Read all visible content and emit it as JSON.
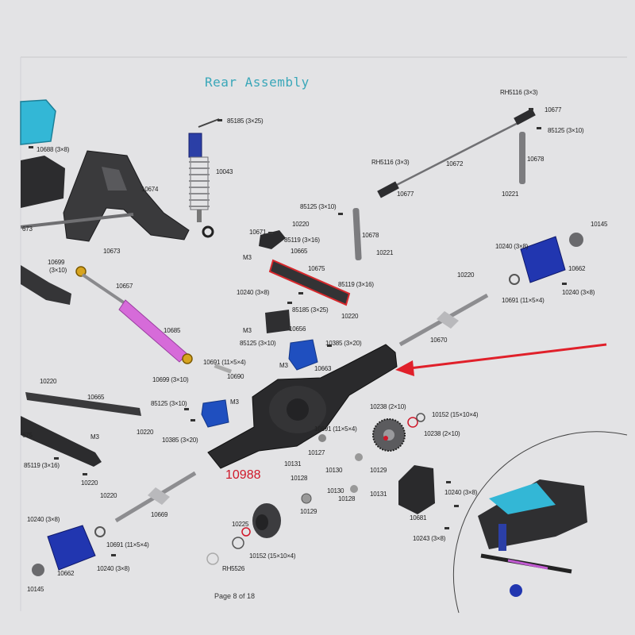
{
  "page": {
    "title": "Rear Assembly",
    "footer": "Page 8 of 18",
    "callout_part": "10988"
  },
  "colors": {
    "title": "#3aa7b9",
    "callout": "#d0182a",
    "arrow": "#e0202a",
    "shock_blue": "#2b3fa6",
    "link_pink": "#d66bd9",
    "bracket_blue": "#1f4fbf",
    "chassis_cyan": "#33b7d6"
  },
  "labels": {
    "l10688": "10688 (3×8)",
    "l85185a": "85185 (3×25)",
    "l10043": "10043",
    "l10674": "10674",
    "l10673a": "673",
    "l10673b": "10673",
    "l10699a": "10699",
    "l310": "(3×10)",
    "l10657": "10657",
    "l10685": "10685",
    "l10691a": "10691 (11×5×4)",
    "l10699b": "10699 (3×10)",
    "l10690": "10690",
    "rh5116a": "RH5116 (3×3)",
    "l10677a": "10677",
    "l85125a": "85125 (3×10)",
    "l10678a": "10678",
    "l10221a": "10221",
    "rh5116b": "RH5116 (3×3)",
    "l10672": "10672",
    "l10677b": "10677",
    "l85125b": "85125 (3×10)",
    "l10220a": "10220",
    "l10671": "10671",
    "l85119a": "85119 (3×16)",
    "l10665a": "10665",
    "l10678b": "10678",
    "l10221b": "10221",
    "m3a": "M3",
    "l10675": "10675",
    "l85119b": "85119 (3×16)",
    "l10240a": "10240 (3×8)",
    "l85185b": "85185 (3×25)",
    "l10220b": "10220",
    "m3b": "M3",
    "l10656": "10656",
    "l85125c": "85125 (3×10)",
    "l10385a": "10385 (3×20)",
    "m3c": "M3",
    "l10663": "10663",
    "l10145a": "10145",
    "l10240b": "10240 (3×8)",
    "l10662a": "10662",
    "l10220c": "10220",
    "l10240c": "10240 (3×8)",
    "l10691b": "10691 (11×5×4)",
    "l10670": "10670",
    "l10220d": "10220",
    "l10665b": "10665",
    "l85125d": "85125 (3×10)",
    "m3d": "M3",
    "l10220e": "10220",
    "l10385b": "10385 (3×20)",
    "l675": "675",
    "m3e": "M3",
    "l85119c": "85119 (3×16)",
    "l10220f": "10220",
    "l10238a": "10238 (2×10)",
    "l10152a": "10152 (15×10×4)",
    "l10691c": "10691 (11×5×4)",
    "l10238b": "10238 (2×10)",
    "l10127": "10127",
    "l10131a": "10131",
    "l10130a": "10130",
    "l10129a": "10129",
    "l10128a": "10128",
    "l10130b": "10130",
    "l10128b": "10128",
    "l10131b": "10131",
    "l10129b": "10129",
    "l10220g": "10220",
    "l10669": "10669",
    "l10240d": "10240 (3×8)",
    "l10691d": "10691 (11×5×4)",
    "l10662b": "10662",
    "l10240e": "10240 (3×8)",
    "l10145b": "10145",
    "l10225": "10225",
    "l10152b": "10152 (15×10×4)",
    "rh5526": "RH5526",
    "l10681": "10681",
    "l10240f": "10240 (3×8)",
    "l10243": "10243 (3×8)"
  }
}
